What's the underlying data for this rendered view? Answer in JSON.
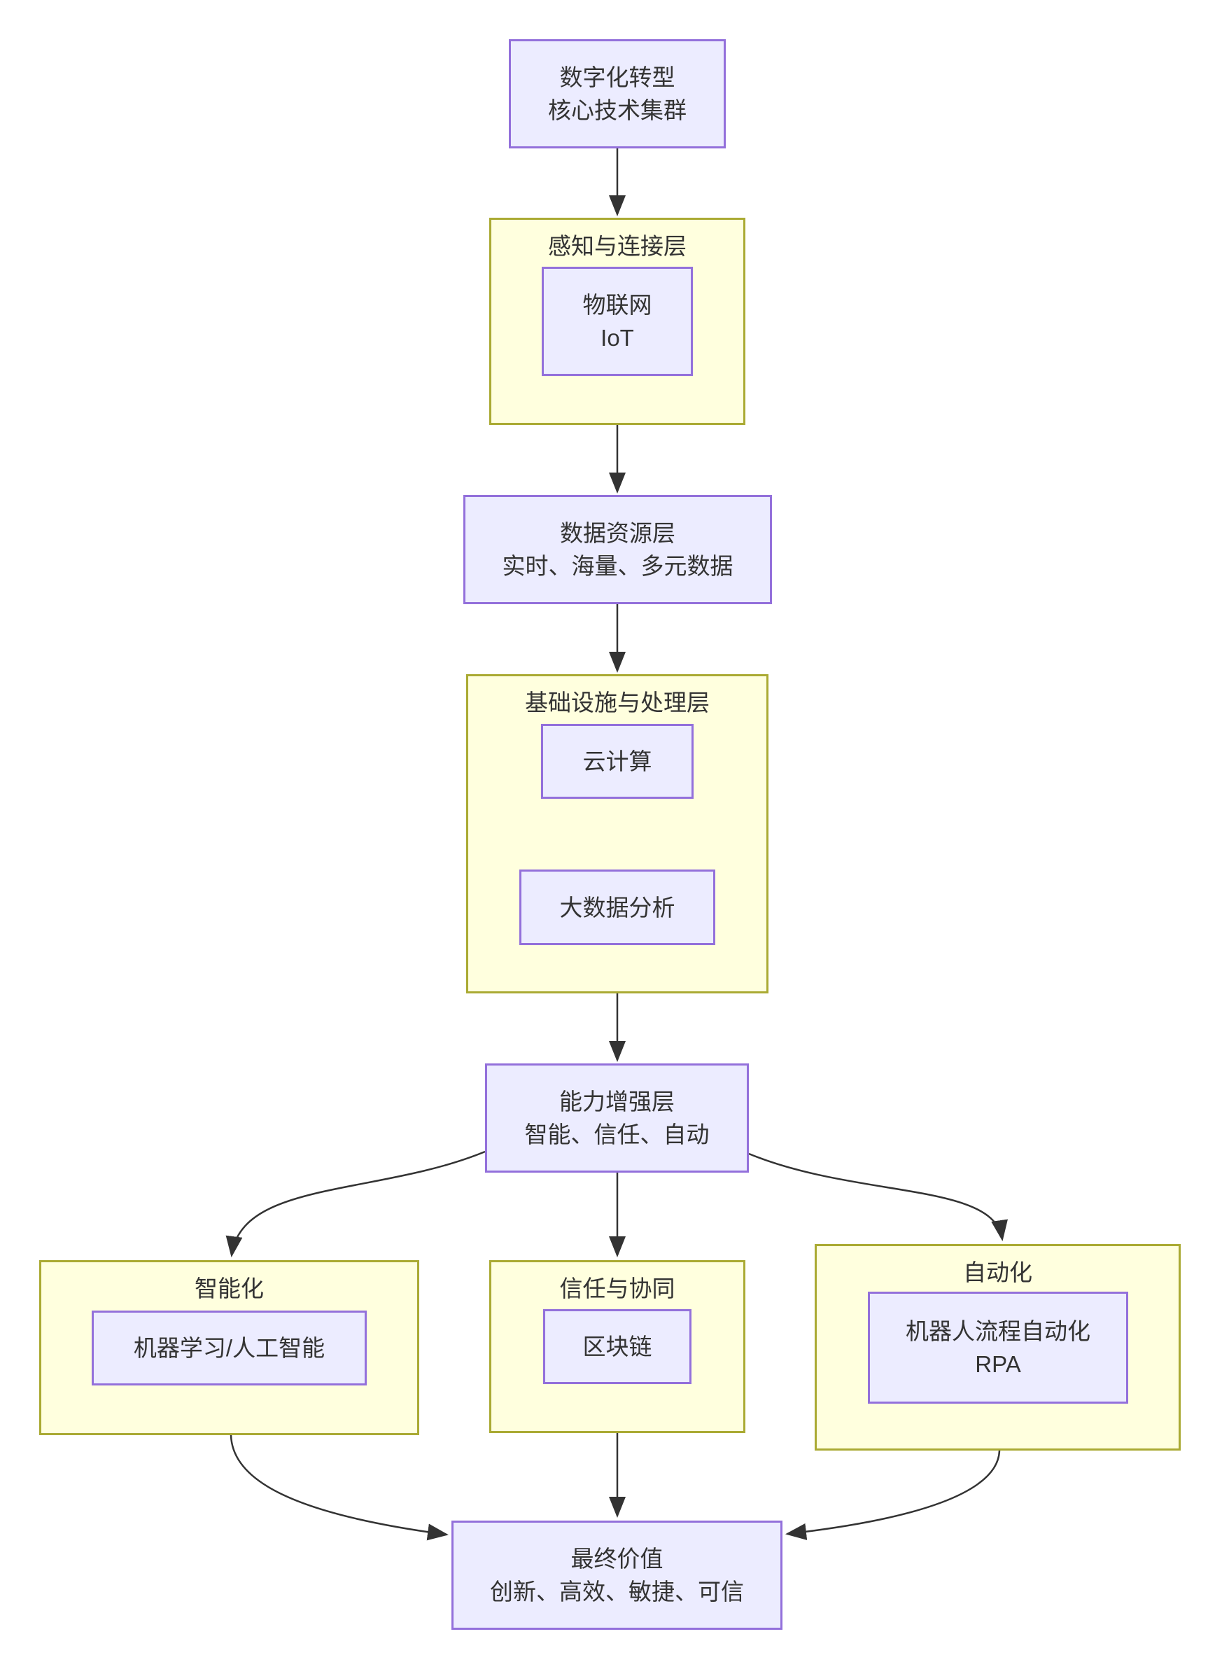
{
  "diagram": {
    "type": "flowchart",
    "direction": "top-down",
    "colors": {
      "background": "#FFFFFF",
      "node_fill": "#ECECFF",
      "node_border": "#9370DB",
      "cluster_fill": "#FFFFDE",
      "cluster_border": "#AAAA33",
      "edge_color": "#333333",
      "text_color": "#333333"
    },
    "nodes": {
      "root": {
        "line1": "数字化转型",
        "line2": "核心技术集群"
      },
      "iot": {
        "line1": "物联网",
        "line2": "IoT"
      },
      "data": {
        "line1": "数据资源层",
        "line2": "实时、海量、多元数据"
      },
      "cloud": {
        "line1": "云计算"
      },
      "bigdata": {
        "line1": "大数据分析"
      },
      "enhance": {
        "line1": "能力增强层",
        "line2": "智能、信任、自动"
      },
      "ml": {
        "line1": "机器学习/人工智能"
      },
      "blockchain": {
        "line1": "区块链"
      },
      "rpa": {
        "line1": "机器人流程自动化",
        "line2": "RPA"
      },
      "value": {
        "line1": "最终价值",
        "line2": "创新、高效、敏捷、可信"
      }
    },
    "clusters": {
      "perception": {
        "title": "感知与连接层"
      },
      "infrastructure": {
        "title": "基础设施与处理层"
      },
      "intelligence": {
        "title": "智能化"
      },
      "trust": {
        "title": "信任与协同"
      },
      "automation": {
        "title": "自动化"
      }
    },
    "edges": [
      {
        "from": "root",
        "to": "perception"
      },
      {
        "from": "perception",
        "to": "data"
      },
      {
        "from": "data",
        "to": "infrastructure"
      },
      {
        "from": "infrastructure",
        "to": "enhance"
      },
      {
        "from": "enhance",
        "to": "intelligence"
      },
      {
        "from": "enhance",
        "to": "trust"
      },
      {
        "from": "enhance",
        "to": "automation"
      },
      {
        "from": "intelligence",
        "to": "value"
      },
      {
        "from": "trust",
        "to": "value"
      },
      {
        "from": "automation",
        "to": "value"
      }
    ]
  }
}
